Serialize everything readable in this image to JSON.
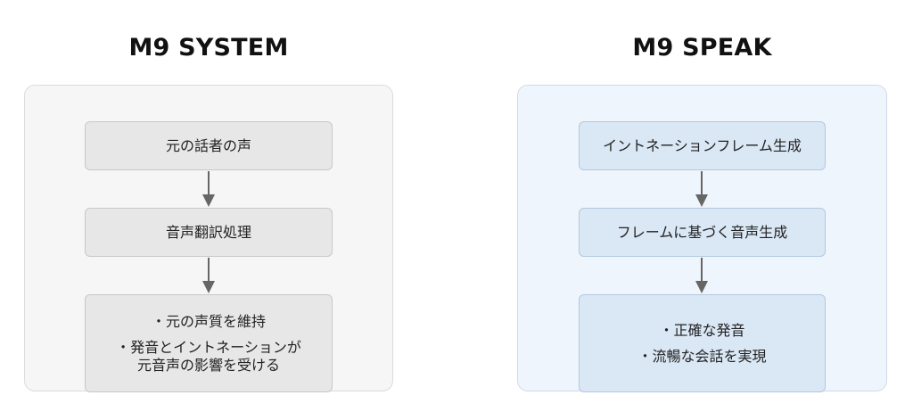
{
  "left": {
    "title": "M9 SYSTEM",
    "nodes": [
      {
        "lines": [
          "元の話者の声"
        ]
      },
      {
        "lines": [
          "音声翻訳処理"
        ]
      },
      {
        "lines": [
          "・元の声質を維持",
          "・発音とイントネーションが",
          "元音声の影響を受ける"
        ]
      }
    ]
  },
  "right": {
    "title": "M9 SPEAK",
    "nodes": [
      {
        "lines": [
          "イントネーションフレーム生成"
        ]
      },
      {
        "lines": [
          "フレームに基づく音声生成"
        ]
      },
      {
        "lines": [
          "・正確な発音",
          "・流暢な会話を実現"
        ]
      }
    ]
  },
  "colors": {
    "left_panel_bg": "#f6f6f6",
    "right_panel_bg": "#eff5fc",
    "left_node_bg": "#e7e7e7",
    "right_node_bg": "#dae7f5",
    "arrow": "#666666"
  }
}
